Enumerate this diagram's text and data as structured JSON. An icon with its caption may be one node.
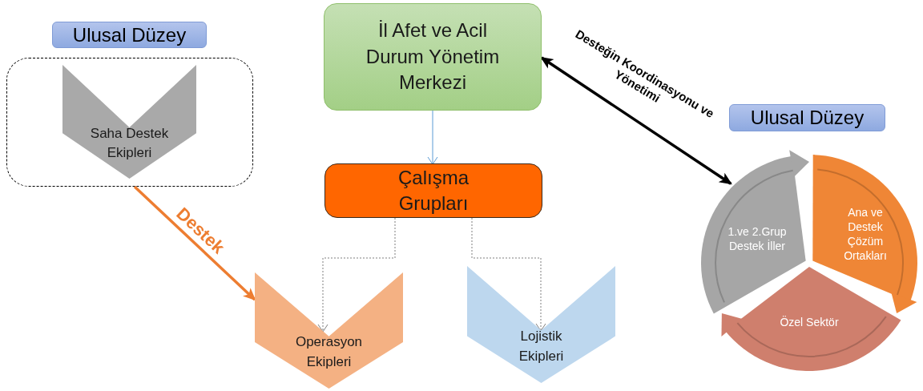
{
  "diagram": {
    "nodes": [
      {
        "text": [
          "Ulusal Düzey"
        ]
      },
      {
        "text": [],
        "shape": "box"
      },
      {
        "text": [
          "Saha Destek Ekipleri"
        ],
        "in": 1
      },
      {
        "text": [
          "İl Afet ve Acil Durum Yönetim Merkezi"
        ]
      },
      {
        "text": [
          "Çalışma Grupları"
        ]
      },
      {
        "text": [
          "Operasyon Ekipleri"
        ]
      },
      {
        "text": [
          "Lojistik Ekipleri"
        ]
      },
      {
        "text": [
          "Ulusal Düzey"
        ]
      },
      {
        "text": [
          "1.ve 2.Grup Destek İller"
        ]
      },
      {
        "text": [
          "Ana ve Destek Çözüm Ortakları"
        ]
      },
      {
        "text": [
          "Özel Sektör"
        ]
      }
    ],
    "edges": [
      {
        "from": 3,
        "to": 4,
        "arrow": "to",
        "color": "#5b9bd5"
      },
      {
        "from": 4,
        "to": 5,
        "arrow": "to",
        "style": "dashed"
      },
      {
        "from": 4,
        "to": 6,
        "arrow": "to",
        "style": "dashed"
      },
      {
        "from": 1,
        "to": 5,
        "arrow": "to",
        "label": "Destek",
        "style": "thick",
        "color": "#ed7d31"
      },
      {
        "from": 3,
        "to": 8,
        "arrow": "both",
        "label": "Desteğin Koordinasyonu ve Yönetimi",
        "style": "thick",
        "color": "#000000"
      }
    ]
  }
}
